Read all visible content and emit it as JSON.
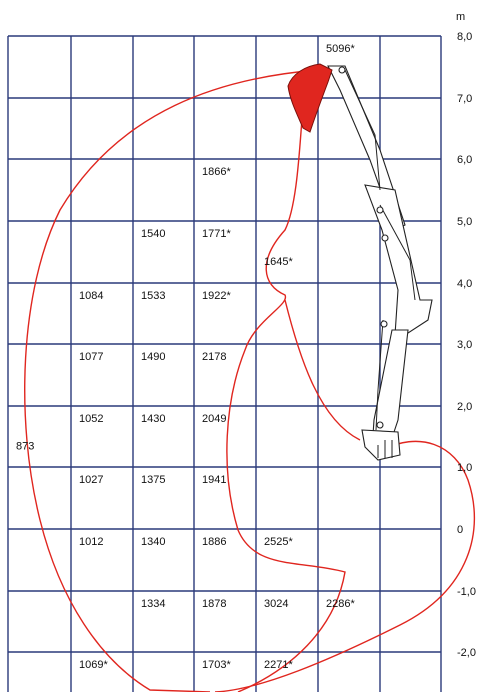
{
  "unit_label": "m",
  "y_axis_labels": [
    "8,0",
    "7,0",
    "6,0",
    "5,0",
    "4,0",
    "3,0",
    "2,0",
    "1,0",
    "0",
    "-1,0",
    "-2,0"
  ],
  "cells": [
    {
      "text": "5096*",
      "row": 0,
      "col": 5
    },
    {
      "text": "1866*",
      "row": 2,
      "col": 3
    },
    {
      "text": "1540",
      "row": 3,
      "col": 2
    },
    {
      "text": "1771*",
      "row": 3,
      "col": 3
    },
    {
      "text": "1645*",
      "row": 3,
      "col": 4,
      "dy": 1
    },
    {
      "text": "1084",
      "row": 4,
      "col": 1
    },
    {
      "text": "1533",
      "row": 4,
      "col": 2
    },
    {
      "text": "1922*",
      "row": 4,
      "col": 3
    },
    {
      "text": "1077",
      "row": 5,
      "col": 1
    },
    {
      "text": "1490",
      "row": 5,
      "col": 2
    },
    {
      "text": "2178",
      "row": 5,
      "col": 3
    },
    {
      "text": "873",
      "row": 6,
      "col": 0,
      "dy": 1
    },
    {
      "text": "1052",
      "row": 6,
      "col": 1
    },
    {
      "text": "1430",
      "row": 6,
      "col": 2
    },
    {
      "text": "2049",
      "row": 6,
      "col": 3
    },
    {
      "text": "1027",
      "row": 7,
      "col": 1
    },
    {
      "text": "1375",
      "row": 7,
      "col": 2
    },
    {
      "text": "1941",
      "row": 7,
      "col": 3
    },
    {
      "text": "1012",
      "row": 8,
      "col": 1
    },
    {
      "text": "1340",
      "row": 8,
      "col": 2
    },
    {
      "text": "1886",
      "row": 8,
      "col": 3
    },
    {
      "text": "2525*",
      "row": 8,
      "col": 4
    },
    {
      "text": "1334",
      "row": 9,
      "col": 2
    },
    {
      "text": "1878",
      "row": 9,
      "col": 3
    },
    {
      "text": "3024",
      "row": 9,
      "col": 4
    },
    {
      "text": "2286*",
      "row": 9,
      "col": 5
    },
    {
      "text": "1069*",
      "row": 10,
      "col": 1
    },
    {
      "text": "1703*",
      "row": 10,
      "col": 3
    },
    {
      "text": "2271*",
      "row": 10,
      "col": 4
    }
  ],
  "colors": {
    "grid": "#2a3a7a",
    "reach_curve": "#e0261f",
    "bucket": "#e0261f"
  }
}
